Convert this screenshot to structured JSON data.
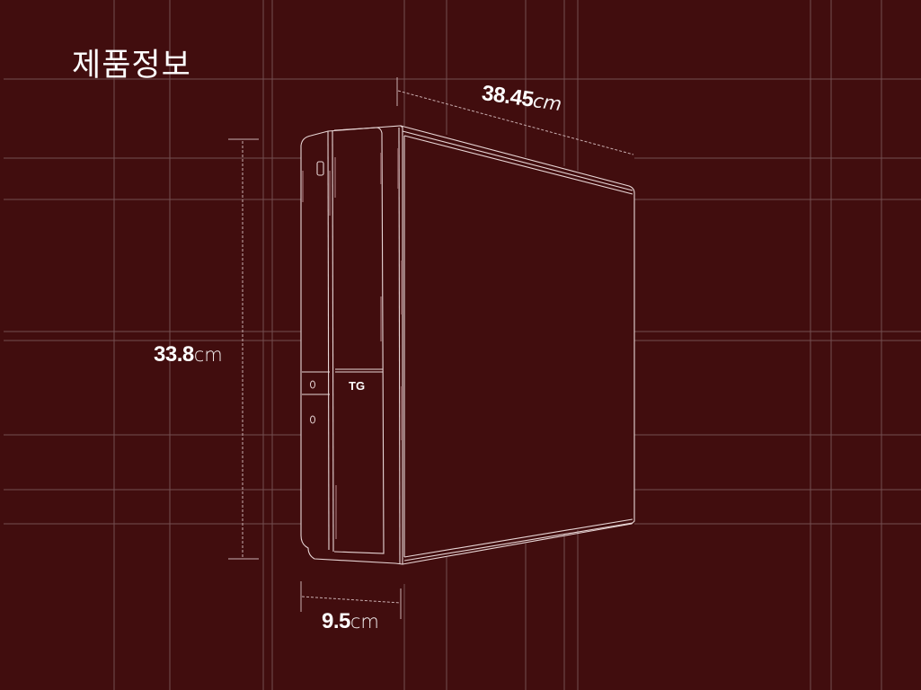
{
  "page": {
    "title": "제품정보",
    "background_color": "#410d0e",
    "grid_line_color": "#7a5658",
    "outline_color": "#e8d6d6"
  },
  "product": {
    "brand_label": "TG",
    "icons": {
      "power_button": "power-button-icon",
      "usb_port": "usb-port-icon",
      "led_indicator": "led-indicator-icon"
    }
  },
  "dimensions": {
    "width": {
      "value": "38.45",
      "unit": "cm"
    },
    "height": {
      "value": "33.8",
      "unit": "cm"
    },
    "depth": {
      "value": "9.5",
      "unit": "cm"
    }
  }
}
